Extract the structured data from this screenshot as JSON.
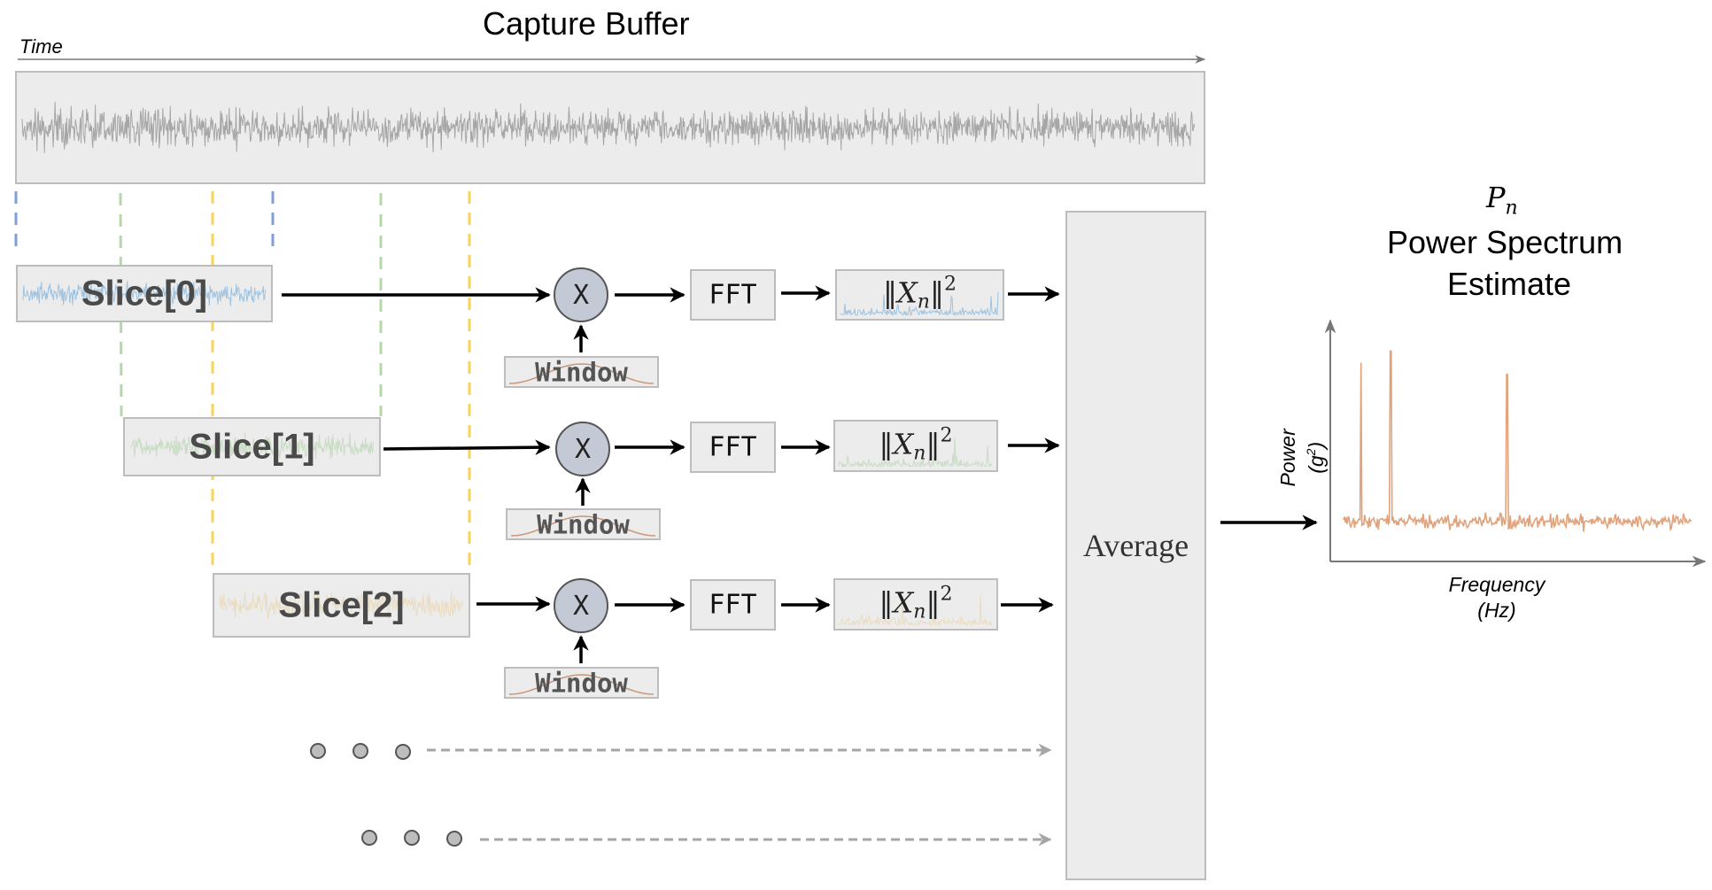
{
  "capture_buffer": {
    "title": "Capture Buffer",
    "time_label": "Time"
  },
  "slices": [
    {
      "label": "Slice[0]",
      "color": "#9ec3e0",
      "marker_color": "#7f9fd6"
    },
    {
      "label": "Slice[1]",
      "color": "#c9dcc4",
      "marker_color": "#b5d8a8"
    },
    {
      "label": "Slice[2]",
      "color": "#eadcc0",
      "marker_color": "#f8d35a"
    }
  ],
  "pipeline": {
    "multiply_symbol": "X",
    "window_label": "Window",
    "fft_label": "FFT",
    "magnitude_label": {
      "base": "X",
      "subscript": "n",
      "exponent": "2"
    },
    "average_label": "Average",
    "ellipsis_rows": 2
  },
  "output": {
    "symbol": "P",
    "symbol_subscript": "n",
    "title_line1": "Power Spectrum",
    "title_line2": "Estimate",
    "ylabel_line1": "Power",
    "ylabel_unit_base": "(g",
    "ylabel_unit_exp": "2",
    "ylabel_unit_close": ")",
    "xlabel_line1": "Frequency",
    "xlabel_line2": "(Hz)",
    "line_color": "#e0a37c"
  },
  "colors": {
    "box_fill": "#ececec",
    "box_border": "#bdbdbd",
    "signal_gray": "#a6a6a6",
    "window_curve": "#c9977c",
    "arrow": "#000000",
    "dashed_arrow": "#a6a6a6"
  },
  "chart_data": {
    "type": "line",
    "title": "Power Spectrum Estimate",
    "xlabel": "Frequency (Hz)",
    "ylabel": "Power (g^2)",
    "grid": false,
    "noise_floor_fraction": 0.17,
    "peaks": [
      {
        "x_fraction": 0.05,
        "height_fraction": 0.85
      },
      {
        "x_fraction": 0.135,
        "height_fraction": 0.9
      },
      {
        "x_fraction": 0.47,
        "height_fraction": 0.8
      }
    ]
  }
}
